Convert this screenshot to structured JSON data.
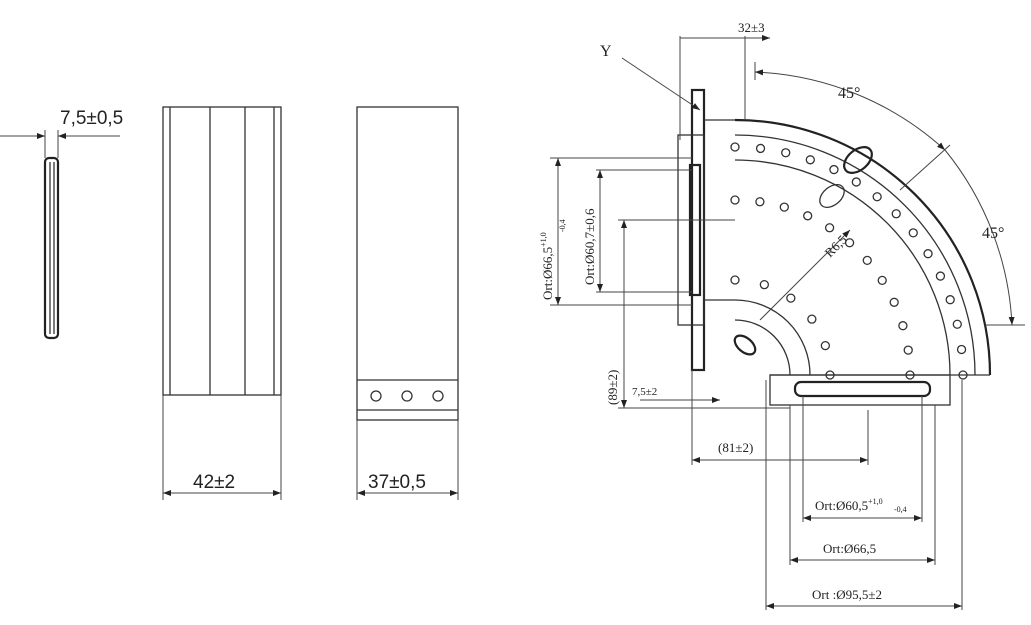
{
  "left_view": {
    "ring_width": "7,5±0,5"
  },
  "side_view": {
    "width": "42±2"
  },
  "front_view": {
    "width": "37±0,5"
  },
  "elbow_view": {
    "label_y": "Y",
    "flange_offset": "32±3",
    "angle_top": "45°",
    "angle_right": "45°",
    "radius": "R6,5",
    "dia_outer_vertical": "Ort:Ø66,5",
    "dia_outer_vertical_tol_upper": "+1,0",
    "dia_outer_vertical_tol_lower": "-0,4",
    "dia_inner_vertical": "Ort:Ø60,7±0,6",
    "height": "(89±2)",
    "flange_thickness": "7,5±2",
    "length": "(81±2)",
    "dia_inner_horizontal": "Ort:Ø60,5",
    "dia_inner_horizontal_tol_upper": "+1,0",
    "dia_inner_horizontal_tol_lower": "-0,4",
    "dia_outer_horizontal": "Ort:Ø66,5",
    "dia_bend": "Ort :Ø95,5±2"
  }
}
